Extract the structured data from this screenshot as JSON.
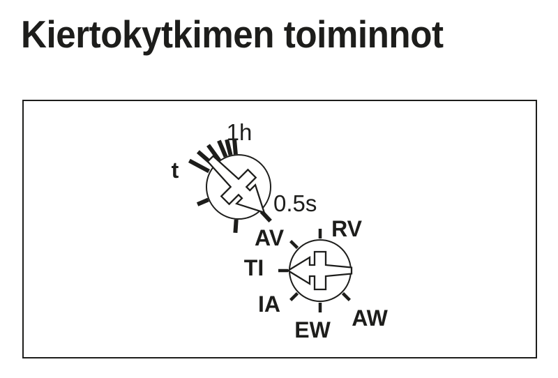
{
  "title": "Kiertokytkimen toiminnot",
  "diagram": {
    "timer_dial": {
      "name": "time delay dial",
      "label_t": "t",
      "label_max": "1h",
      "label_min": "0.5s"
    },
    "mode_dial": {
      "name": "mode selector dial",
      "positions": {
        "rv": "RV",
        "av": "AV",
        "ti": "TI",
        "ia": "IA",
        "ew": "EW",
        "aw": "AW"
      }
    }
  }
}
